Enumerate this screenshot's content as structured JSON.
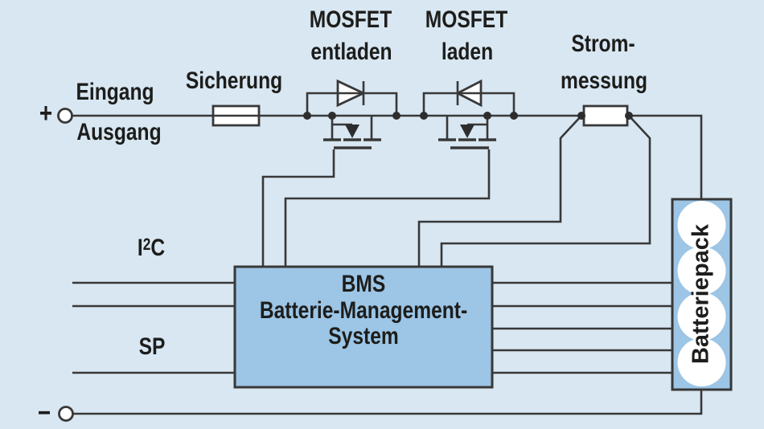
{
  "colors": {
    "background": "#d8e7f2",
    "box_fill": "#9cc5e6",
    "line": "#383838",
    "text": "#1d1d1b",
    "component_fill": "#ffffff"
  },
  "terminals": {
    "plus": "+",
    "minus": "−"
  },
  "labels": {
    "input": "Eingang",
    "output": "Ausgang",
    "fuse": "Sicherung",
    "mosfet_discharge": {
      "line1": "MOSFET",
      "line2": "entladen"
    },
    "mosfet_charge": {
      "line1": "MOSFET",
      "line2": "laden"
    },
    "current_sense": {
      "line1": "Strom-",
      "line2": "messung"
    },
    "i2c": {
      "base": "I",
      "sup": "2",
      "tail": "C"
    },
    "sp": "SP",
    "bms": {
      "title": "BMS",
      "line1": "Batterie-Management-",
      "line2": "System"
    },
    "battery_pack": "Batteriepack"
  }
}
